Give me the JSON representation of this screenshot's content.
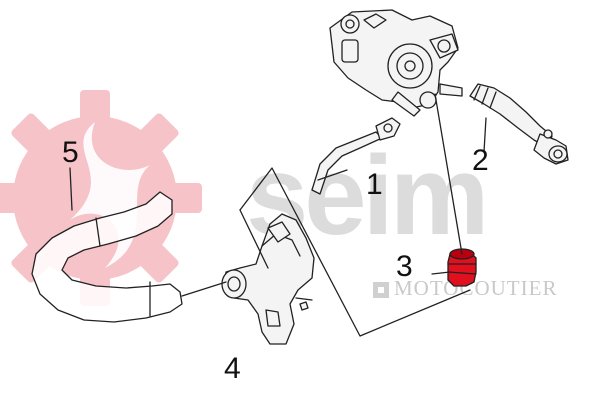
{
  "watermark": {
    "brand_word": "seim",
    "brand_subtitle": "MOTOCOUTIER",
    "gear_color": "#f6c3c8",
    "text_color": "#dcdcdc"
  },
  "callouts": [
    {
      "id": "1",
      "label": "1"
    },
    {
      "id": "2",
      "label": "2"
    },
    {
      "id": "3",
      "label": "3"
    },
    {
      "id": "4",
      "label": "4"
    },
    {
      "id": "5",
      "label": "5"
    }
  ],
  "colors": {
    "line": "#222222",
    "part_fill": "#f4f4f4",
    "highlight_part": "#e0101e"
  }
}
